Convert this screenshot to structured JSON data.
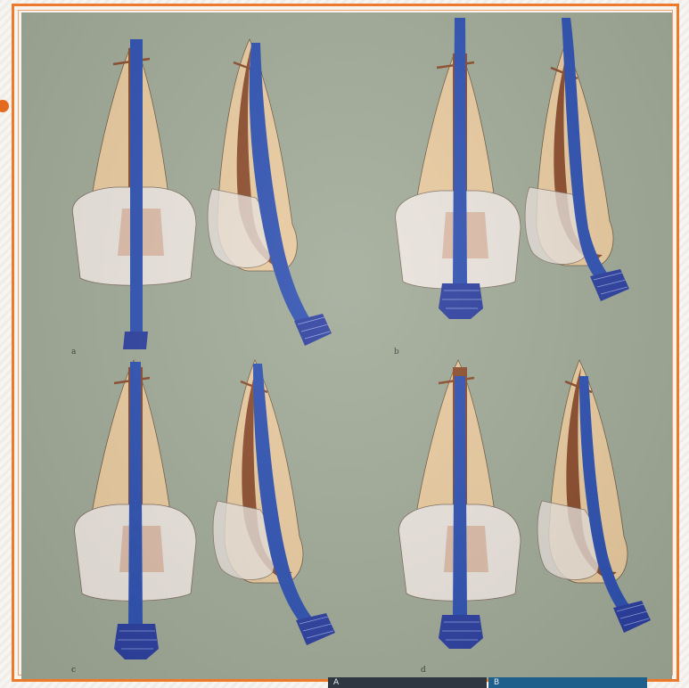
{
  "figure": {
    "panels": [
      {
        "id": "a",
        "label": "a",
        "instrument_tip": "bare",
        "front_instrument_extends": "below-crown",
        "side_instrument_extends": "below-root"
      },
      {
        "id": "b",
        "label": "b",
        "instrument_tip": "past-apex",
        "front_instrument_extends": "through-apex",
        "side_instrument_extends": "through-apex"
      },
      {
        "id": "c",
        "label": "c",
        "instrument_tip": "at-apex",
        "front_instrument_extends": "below-crown",
        "side_instrument_extends": "below-root"
      },
      {
        "id": "d",
        "label": "d",
        "instrument_tip": "short-of-apex",
        "front_instrument_extends": "below-crown",
        "side_instrument_extends": "below-root"
      }
    ]
  },
  "inset_a": {
    "label": "A"
  },
  "inset_b": {
    "label": "B"
  },
  "colors": {
    "background": "#9fa896",
    "frame": "#ec7a2a",
    "tooth": "#e8c99d",
    "pulp": "#8a4a2a",
    "crown_overlay": "#e9e2dc",
    "instrument": "#2c4fb0",
    "handle": "#2a3d9e"
  }
}
